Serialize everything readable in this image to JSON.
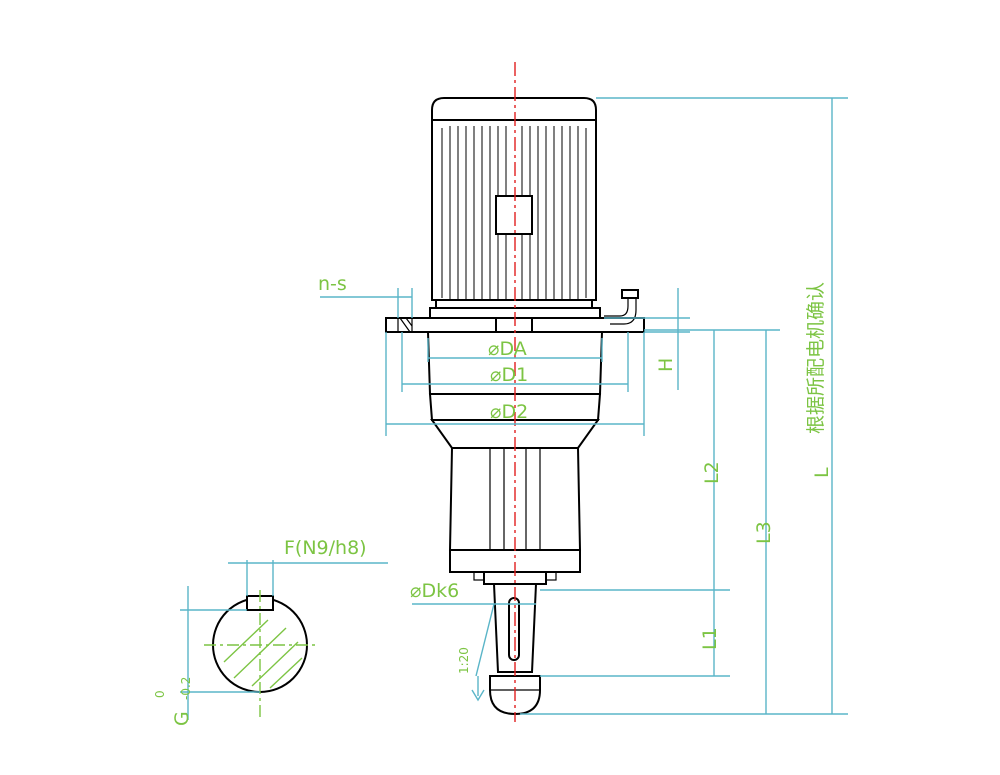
{
  "labels": {
    "n_s": "n-s",
    "da": "⌀DA",
    "d1": "⌀D1",
    "d2": "⌀D2",
    "h": "H",
    "l2": "L2",
    "l3": "L3",
    "l1": "L1",
    "l": "L",
    "motor_note": "根据所配电机确认",
    "dk6": "⌀Dk6",
    "taper": "1:20",
    "key_width": "F(N9/h8)",
    "key_depth": "G",
    "tol_upper": "0",
    "tol_lower": "-0.2"
  },
  "colors": {
    "dimension": "#5ab5c8",
    "label": "#7cc443",
    "centerline": "#e02020",
    "outline": "#000000"
  }
}
